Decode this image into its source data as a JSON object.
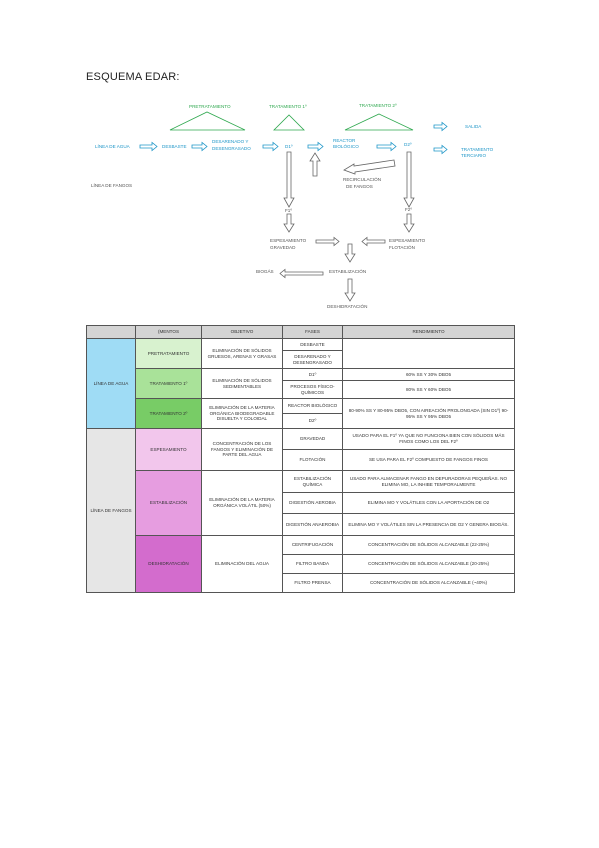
{
  "title": "ESQUEMA EDAR:",
  "diagram": {
    "pretratamiento": "PRETRATAMIENTO",
    "tratamiento_1": "TRATAMIENTO 1º",
    "tratamiento_2": "TRATAMIENTO 2º",
    "linea_agua": "LÍNEA DE AGUA",
    "desbaste": "DESBASTE",
    "desarenado_1": "DESARENADO Y",
    "desarenado_2": "DESENGRASADO",
    "d1": "D1º",
    "reactor_1": "REACTOR",
    "reactor_2": "BIOLÓGICO",
    "d2": "D2º",
    "salida": "SALIDA",
    "terciario_1": "TRATAMIENTO",
    "terciario_2": "TERCIARIO",
    "recirculacion_1": "RECIRCULACIÓN",
    "recirculacion_2": "DE FANGOS",
    "linea_fangos": "LÍNEA DE FANGOS",
    "f1": "F1º",
    "f2": "F2º",
    "esp_grav_1": "ESPESAMIENTO",
    "esp_grav_2": "GRAVEDAD",
    "esp_flot_1": "ESPESAMIENTO",
    "esp_flot_2": "FLOTACIÓN",
    "biogas": "BIOGÁS",
    "estabilizacion": "ESTABILIZACIÓN",
    "deshidratacion": "DESHIDRATACIÓN"
  },
  "table": {
    "headers": [
      "",
      "(MENTOS",
      "OBJETIVO",
      "FASES",
      "RENDIMIENTO"
    ],
    "linea_agua": "LÍNEA DE AGUA",
    "linea_fangos": "LÍNEA DE FANGOS",
    "pre": "PRETRATAMIENTO",
    "pre_obj": "ELIMINACIÓN DE SÓLIDOS GRUESOS, ARENAS Y GRASAS",
    "desbaste": "DESBASTE",
    "desarenado": "DESARENADO Y DESENGRASADO",
    "t1": "TRATAMIENTO 1º",
    "t1_obj": "ELIMINACIÓN DE SÓLIDOS SEDIMENTABLES",
    "d1p": "D1º",
    "d1p_rend": "60% SS Y 30% DBO5",
    "pfq": "PROCESOS FÍSICO-QUÍMICOS",
    "pfq_rend": "80% SS Y 60% DBO5",
    "t2": "TRATAMIENTO 2º",
    "t2_obj": "ELIMINACIÓN DE LA MATERIA ORGÁNICA BIODEGRADABLE DISUELTA Y COLOIDAL",
    "reactor": "REACTOR BIOLÓGICO",
    "d2p": "D2º",
    "t2_rend": "80-90% SS Y 80-95% DBO5, CON AIREACIÓN PROLONGADA (SIN D1º) 90-95% SS Y 95% DBO5",
    "esp": "ESPESAMIENTO",
    "esp_obj": "CONCENTRACIÓN DE LOS FANGOS Y ELIMINACIÓN DE PARTE DEL AGUA",
    "gravedad": "GRAVEDAD",
    "gravedad_rend": "USADO PARA EL F1º YA QUE NO FUNCIONA BIEN CON SÓLIDOS MÁS FINOS COMO LOS DEL F2º",
    "flotacion": "FLOTACIÓN",
    "flotacion_rend": "SE USA PARA EL F2º COMPUESTO DE FANGOS FINOS",
    "est": "ESTABILIZACIÓN",
    "est_obj": "ELIMINACIÓN DE LA MATERIA ORGÁNICA VOLÁTIL (50%)",
    "est_q": "ESTABILIZACIÓN QUÍMICA",
    "est_q_rend": "USADO PARA ALMACENAR FANGO EN DEPURADORAS PEQUEÑAS. NO ELIMINA MO, LA INHIBE TEMPORALMENTE",
    "dig_aer": "DIGESTIÓN AEROBIA",
    "dig_aer_rend": "ELIMINA MO Y VOLÁTILES CON LA APORTACIÓN DE O2",
    "dig_ana": "DIGESTIÓN ANAEROBIA",
    "dig_ana_rend": "ELIMINA MO Y VOLÁTILES SIN LA PRESENCIA DE O2 Y GENERA BIOGÁS.",
    "des": "DESHIDRATACIÓN",
    "des_obj": "ELIMINACIÓN DEL AGUA",
    "centrif": "CENTRIFUGACIÓN",
    "centrif_rend": "CONCENTRACIÓN DE SÓLIDOS ALCANZABLE (22-25%)",
    "banda": "FILTRO BANDA",
    "banda_rend": "CONCENTRACIÓN DE SÓLIDOS ALCANZABLE (20-25%)",
    "prensa": "FILTRO PRENSA",
    "prensa_rend": "CONCENTRACIÓN DE SÓLIDOS ALCANZABLE (~40%)"
  }
}
